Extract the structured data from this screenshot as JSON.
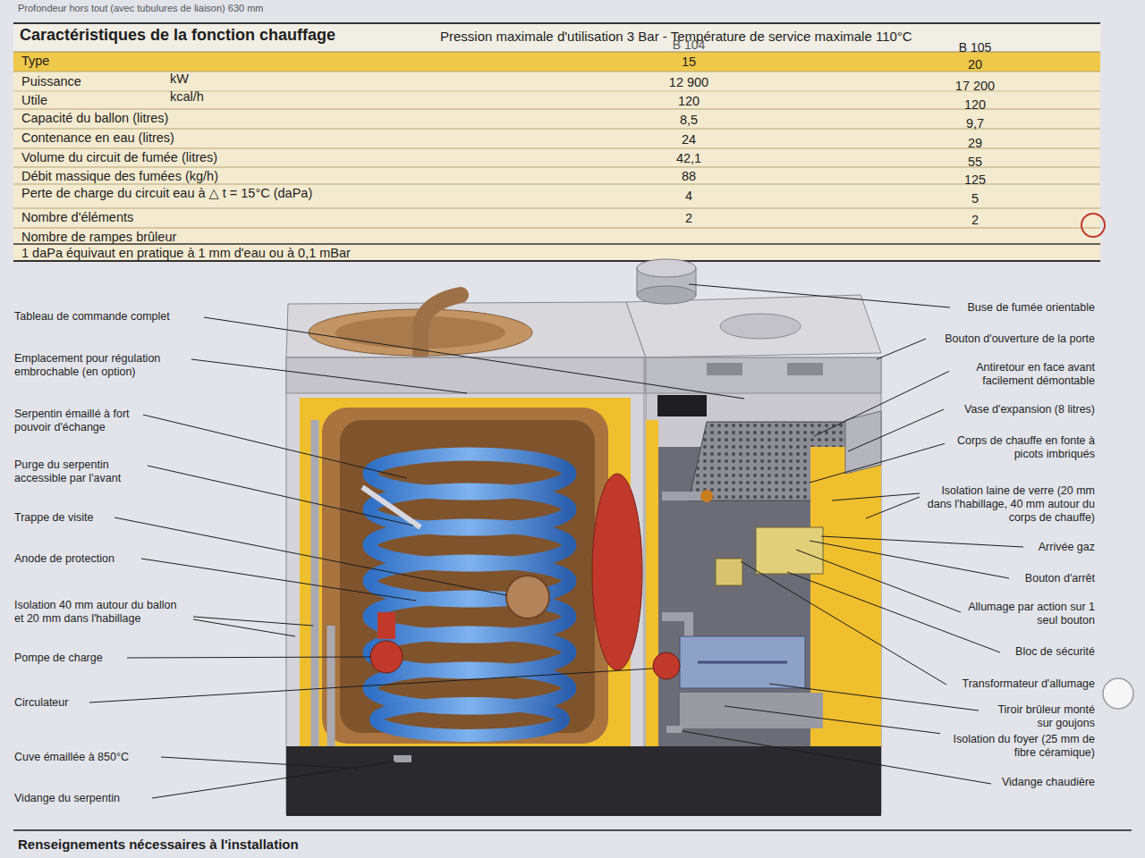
{
  "diagram": {
    "title": "Caractéristiques de la fonction chauffage",
    "labels": [
      "Profondeur hors tout (avec tubulures de liaison) 630 mm",
      "Pression maximale d'utilisation 3 Bar - Température de service maximale 110°C",
      "B 104",
      "B 105",
      "Type",
      "15",
      "20",
      "Puissance",
      "kW",
      "12 900",
      "17 200",
      "Utile",
      "kcal/h",
      "120",
      "120",
      "Capacité du ballon (litres)",
      "8,5",
      "9,7",
      "Contenance en eau (litres)",
      "24",
      "29",
      "Volume du circuit de fumée (litres)",
      "42,1",
      "55",
      "Débit massique des fumées (kg/h)",
      "88",
      "125",
      "Perte de charge du circuit eau à △ t = 15°C (daPa)",
      "4",
      "5",
      "Nombre d'éléments",
      "2",
      "2",
      "Nombre de rampes brûleur",
      "1 daPa équivaut en pratique à 1 mm d'eau ou à 0,1 mBar",
      "Tableau de commande complet",
      "Emplacement pour régulation embrochable (en option)",
      "Serpentin émaillé à fort pouvoir d'échange",
      "Purge du serpentin accessible par l'avant",
      "Trappe de visite",
      "Anode de protection",
      "Isolation 40 mm autour du ballon et 20 mm dans l'habillage",
      "Pompe de charge",
      "Circulateur",
      "Cuve émaillée à 850°C",
      "Vidange du serpentin",
      "Buse de fumée orientable",
      "Bouton d'ouverture de la porte",
      "Antiretour en face avant facilement démontable",
      "Vase d'expansion (8 litres)",
      "Corps de chauffe en fonte à picots imbriqués",
      "Isolation laine de verre (20 mm dans l'habillage, 40 mm autour du corps de chauffe)",
      "Arrivée gaz",
      "Bouton d'arrêt",
      "Allumage par action sur 1 seul bouton",
      "Bloc de sécurité",
      "Transformateur d'allumage",
      "Tiroir brûleur monté sur goujons",
      "Isolation du foyer (25 mm de fibre céramique)",
      "Vidange chaudière",
      "Renseignements nécessaires à l'installation"
    ]
  }
}
